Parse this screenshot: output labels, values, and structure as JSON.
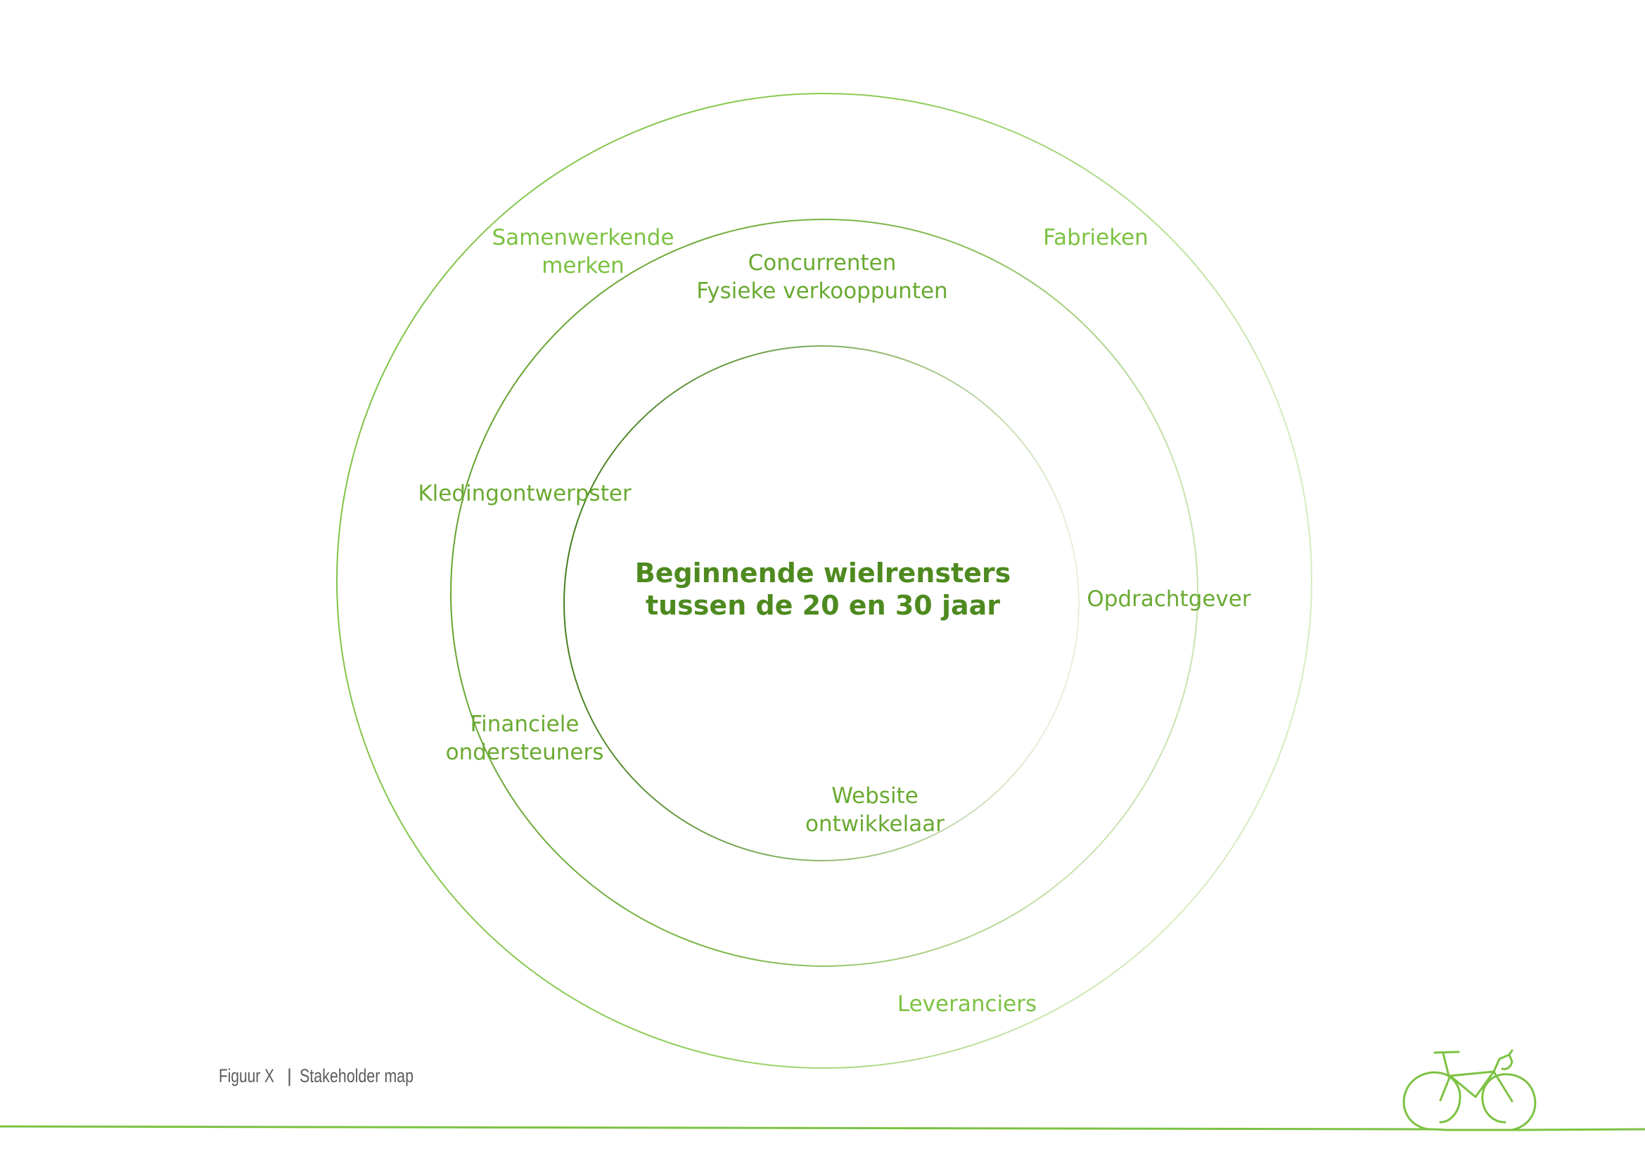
{
  "center": {
    "line1": "Beginnende wielrensters",
    "line2": "tussen de 20 en 30 jaar"
  },
  "stakeholders": {
    "samenwerkende_merken": [
      "Samenwerkende",
      "merken"
    ],
    "fabrieken": "Fabrieken",
    "concurrenten": "Concurrenten",
    "fysieke_verkooppunten": "Fysieke verkooppunten",
    "kledingontwerpster": "Kledingontwerpster",
    "opdrachtgever": "Opdrachtgever",
    "financiele_ondersteuners": [
      "Financiele",
      "ondersteuners"
    ],
    "website_ontwikkelaar": [
      "Website",
      "ontwikkelaar"
    ],
    "leveranciers": "Leveranciers"
  },
  "caption": {
    "figure": "Figuur X",
    "separator": "|",
    "title": "Stakeholder map"
  },
  "colors": {
    "light_green": "#7cc242",
    "mid_green": "#6aaa32",
    "dark_green": "#4e8a1f",
    "caption_gray": "#5c5c5c"
  }
}
